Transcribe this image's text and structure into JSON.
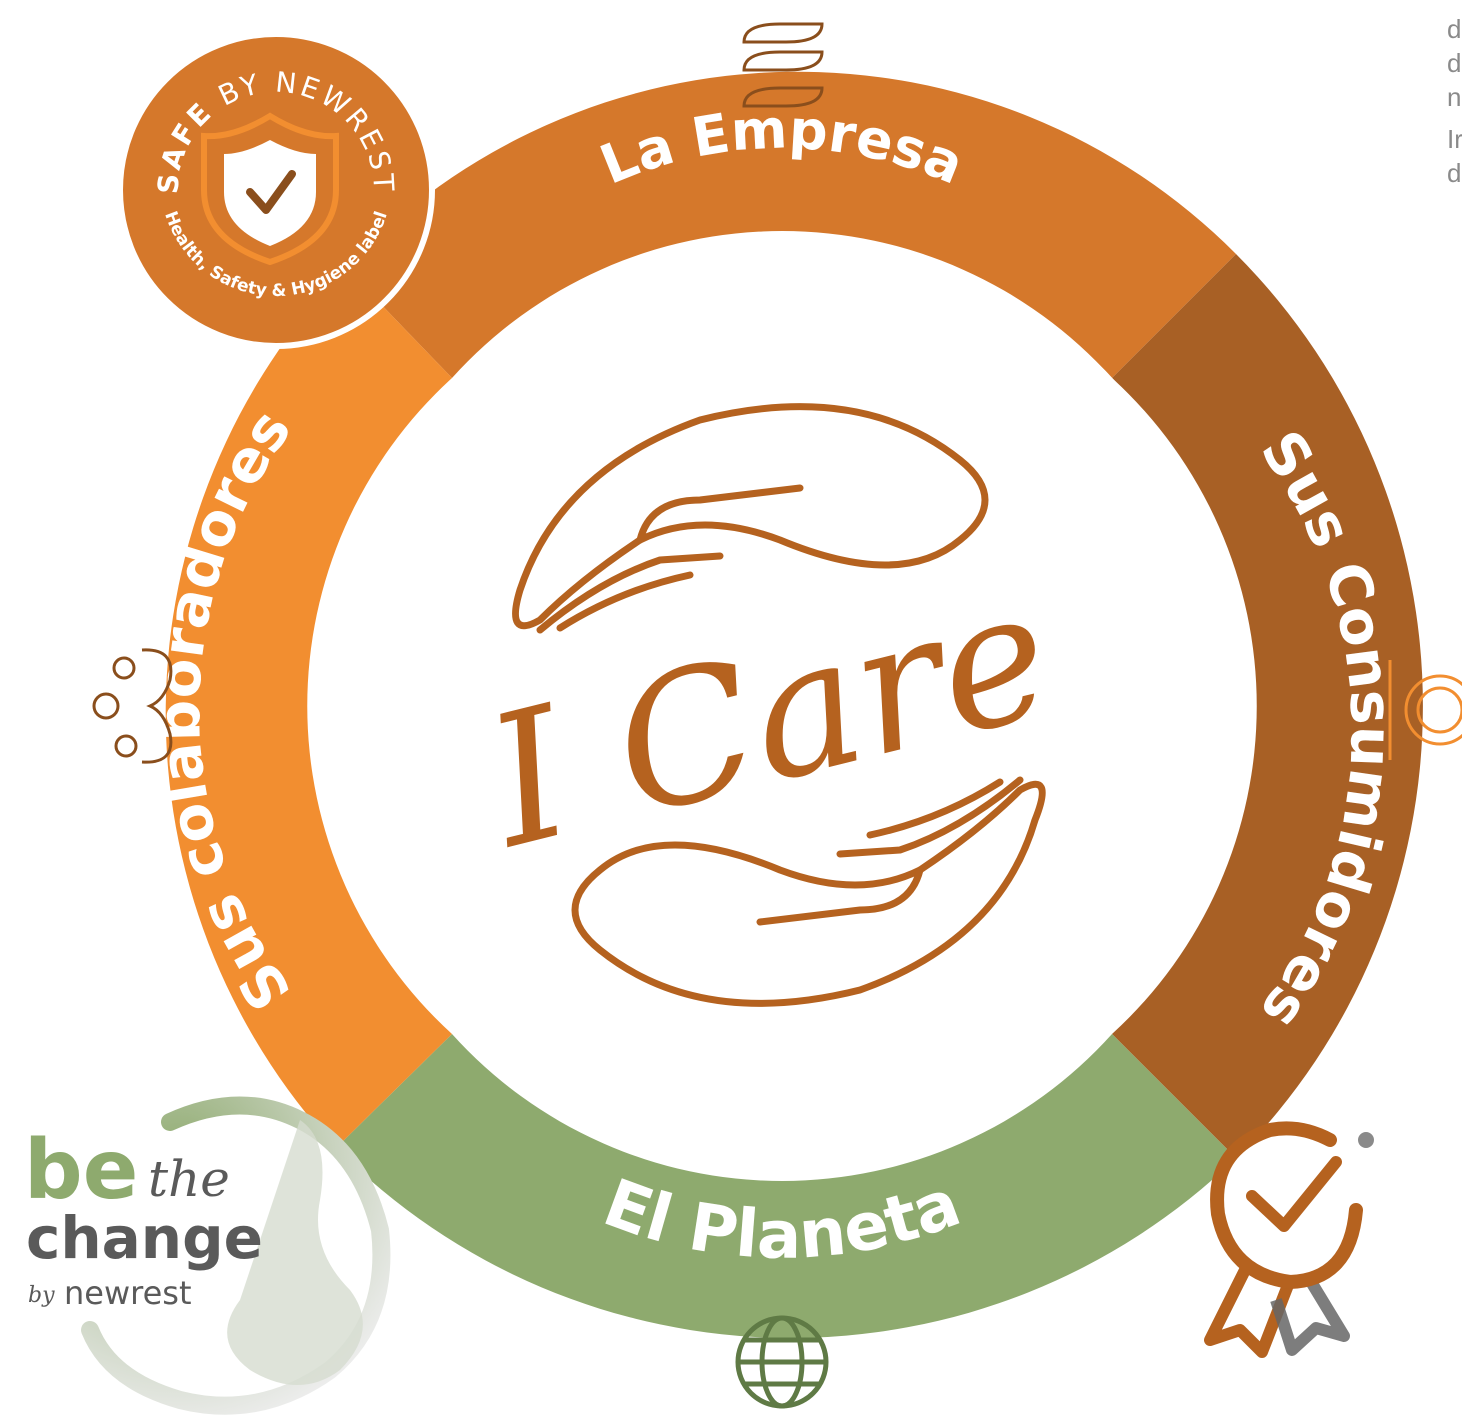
{
  "center": {
    "title": "I Care"
  },
  "segments": {
    "top": {
      "label": "La Empresa",
      "color": "#D5782B"
    },
    "right": {
      "label": "Sus Consumidores",
      "color": "#A86025"
    },
    "bottom": {
      "label": "El Planeta",
      "color": "#8EAA6E"
    },
    "left": {
      "label": "Sus colaboradores",
      "color": "#F28E30"
    }
  },
  "safe_badge": {
    "top_bold": "SAFE",
    "top_rest": " BY NEWREST",
    "bottom_text": "Health, Safety & Hygiene label"
  },
  "be_the_change": {
    "be": "be",
    "the": "the",
    "change": "change",
    "by": "by",
    "brand": "newrest"
  },
  "icons": [
    "stack-icon",
    "people-icon",
    "plate-cutlery-icon",
    "globe-icon",
    "award-ribbon-icon",
    "hands-icon",
    "shield-check-icon"
  ],
  "clipped_text": [
    "d",
    "d",
    "n",
    "Ir",
    "d"
  ]
}
